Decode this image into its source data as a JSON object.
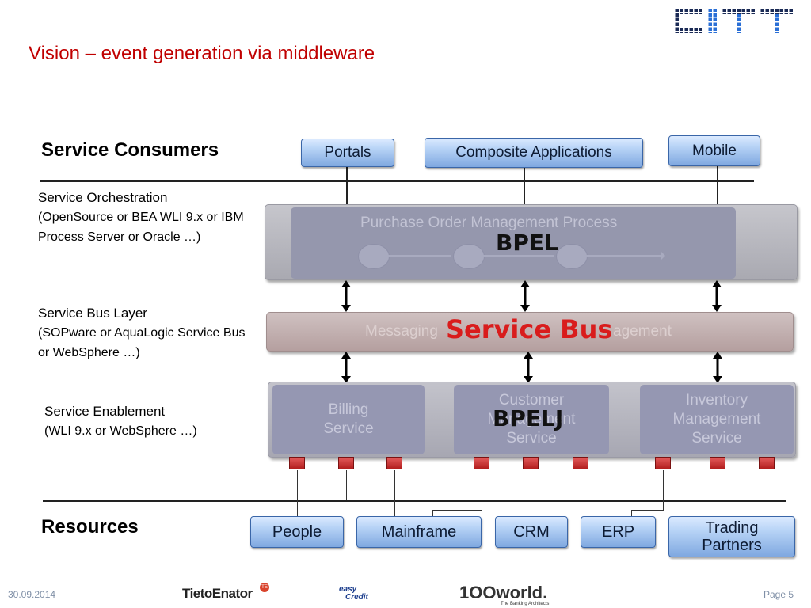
{
  "slide": {
    "title": "Vision – event generation via middleware"
  },
  "labels": {
    "consumers": "Service Consumers",
    "orchestration": {
      "title": "Service Orchestration",
      "detail": "(OpenSource or BEA WLI 9.x or IBM Process Server or Oracle …)"
    },
    "bus": {
      "title": "Service Bus Layer",
      "detail": "(SOPware or AquaLogic Service Bus or WebSphere …)"
    },
    "enablement": {
      "title": "Service Enablement",
      "detail": "(WLI 9.x or WebSphere …)"
    },
    "resources": "Resources"
  },
  "consumers": {
    "portals": "Portals",
    "composite": "Composite Applications",
    "mobile": "Mobile"
  },
  "orchestration_layer": {
    "process": "Purchase Order Management Process",
    "tag": "BPEL"
  },
  "bus_layer": {
    "messaging": "Messaging",
    "management": "agement",
    "tag": "Service Bus"
  },
  "enablement_layer": {
    "billing": "Billing Service",
    "customer": "Customer Management Service",
    "inventory": "Inventory Management Service",
    "tag": "BPELJ"
  },
  "resources": {
    "people": "People",
    "mainframe": "Mainframe",
    "crm": "CRM",
    "erp": "ERP",
    "trading": "Trading Partners"
  },
  "footer": {
    "date": "30.09.2014",
    "page": "Page 5",
    "logo_tieto": "TietoEnator",
    "logo_tieto_badge": "TE",
    "logo_easy": "easy",
    "logo_credit": "Credit",
    "logo_100world": "1OOworld.",
    "logo_100world_sub": "The Banking Architects",
    "logo_citt": "CITT"
  }
}
